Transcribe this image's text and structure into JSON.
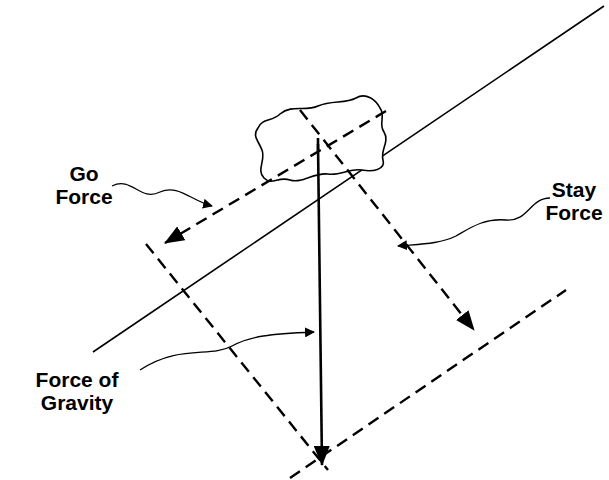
{
  "diagram": {
    "labels": [
      "Go Force",
      "Stay Force",
      "Force of Gravity"
    ]
  }
}
